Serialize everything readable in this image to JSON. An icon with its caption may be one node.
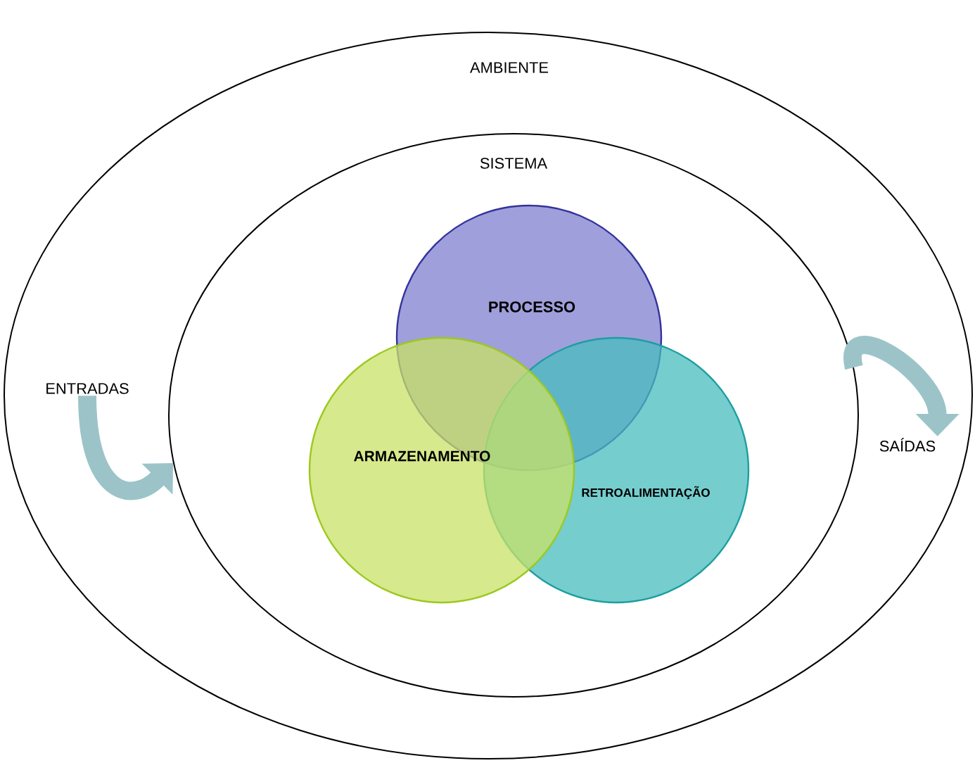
{
  "diagram": {
    "nodes": [
      {
        "text": [
          "AMBIENTE"
        ]
      },
      {
        "text": [
          "SISTEMA"
        ],
        "in": 0
      },
      {
        "text": [
          "PROCESSO"
        ],
        "in": 1
      },
      {
        "text": [
          "ARMAZENAMENTO"
        ],
        "in": 1
      },
      {
        "text": [
          "RETROALIMENTAÇÃO"
        ],
        "in": 1
      },
      {
        "text": [
          "ENTRADAS"
        ],
        "in": 0
      },
      {
        "text": [
          "SAÍDAS"
        ],
        "in": 0
      }
    ],
    "edges": [
      {
        "from": 5,
        "to": 1,
        "arrow": "to"
      },
      {
        "from": 1,
        "to": 6,
        "arrow": "to"
      }
    ]
  }
}
